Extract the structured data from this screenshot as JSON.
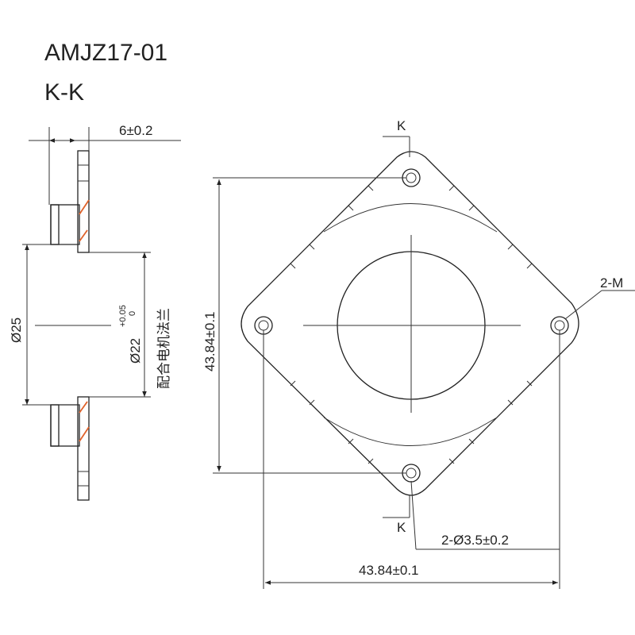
{
  "model": "AMJZ17-01",
  "section": "K-K",
  "dims": {
    "thickness": "6±0.2",
    "outer_dia": "Ø25",
    "inner_dia": "Ø22",
    "tol_upper": "+0.05",
    "tol_lower": "0",
    "fit_note": "配合电机法兰",
    "height": "43.84±0.1",
    "width": "43.84±0.1",
    "holes": "2-Ø3.5±0.2",
    "threads": "2-M",
    "section_mark_top": "K",
    "section_mark_bottom": "K"
  },
  "colors": {
    "line": "#222222",
    "accent": "#e0622a"
  }
}
